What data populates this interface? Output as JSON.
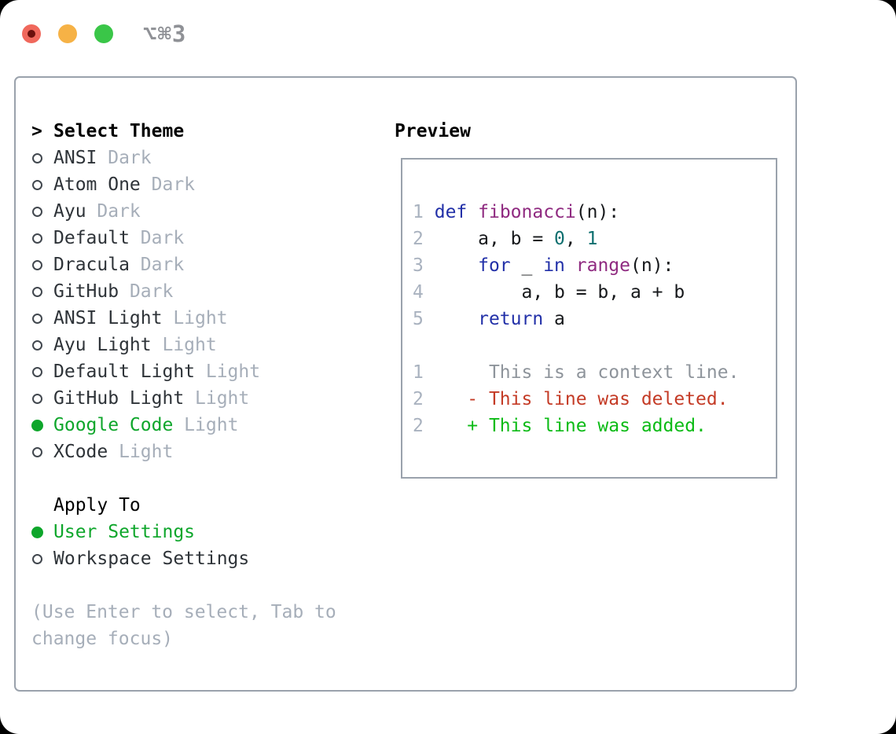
{
  "window": {
    "title_shortcut": "⌥⌘3",
    "traffic_lights": [
      {
        "name": "close",
        "color": "#f0685c"
      },
      {
        "name": "minimize",
        "color": "#f6b246"
      },
      {
        "name": "zoom",
        "color": "#3ac648"
      }
    ]
  },
  "theme_panel": {
    "header": {
      "prefix": ">",
      "label": "Select Theme"
    },
    "themes": [
      {
        "name": "ANSI",
        "tag": "Dark",
        "selected": false
      },
      {
        "name": "Atom One",
        "tag": "Dark",
        "selected": false
      },
      {
        "name": "Ayu",
        "tag": "Dark",
        "selected": false
      },
      {
        "name": "Default",
        "tag": "Dark",
        "selected": false
      },
      {
        "name": "Dracula",
        "tag": "Dark",
        "selected": false
      },
      {
        "name": "GitHub",
        "tag": "Dark",
        "selected": false
      },
      {
        "name": "ANSI Light",
        "tag": "Light",
        "selected": false
      },
      {
        "name": "Ayu Light",
        "tag": "Light",
        "selected": false
      },
      {
        "name": "Default Light",
        "tag": "Light",
        "selected": false
      },
      {
        "name": "GitHub Light",
        "tag": "Light",
        "selected": false
      },
      {
        "name": "Google Code",
        "tag": "Light",
        "selected": true
      },
      {
        "name": "XCode",
        "tag": "Light",
        "selected": false
      }
    ],
    "apply_to": {
      "label": "Apply To",
      "options": [
        {
          "name": "User Settings",
          "selected": true
        },
        {
          "name": "Workspace Settings",
          "selected": false
        }
      ]
    },
    "help_lines": [
      "(Use Enter to select, Tab to",
      "change focus)"
    ]
  },
  "preview": {
    "title": "Preview",
    "code_lines": [
      {
        "num": "1",
        "tokens": [
          [
            "kw",
            "def"
          ],
          [
            "pl",
            " "
          ],
          [
            "fn",
            "fibonacci"
          ],
          [
            "pl",
            "(n):"
          ]
        ]
      },
      {
        "num": "2",
        "tokens": [
          [
            "pl",
            "    a, b = "
          ],
          [
            "lit",
            "0"
          ],
          [
            "pl",
            ", "
          ],
          [
            "lit",
            "1"
          ]
        ]
      },
      {
        "num": "3",
        "tokens": [
          [
            "pl",
            "    "
          ],
          [
            "kw",
            "for"
          ],
          [
            "pl",
            " _ "
          ],
          [
            "kw",
            "in"
          ],
          [
            "pl",
            " "
          ],
          [
            "fn",
            "range"
          ],
          [
            "pl",
            "(n):"
          ]
        ]
      },
      {
        "num": "4",
        "tokens": [
          [
            "pl",
            "        a, b = b, a + b"
          ]
        ]
      },
      {
        "num": "5",
        "tokens": [
          [
            "pl",
            "    "
          ],
          [
            "kw",
            "return"
          ],
          [
            "pl",
            " a"
          ]
        ]
      },
      {
        "num": "",
        "tokens": []
      },
      {
        "num": "1",
        "tokens": [
          [
            "ctx",
            "     This is a context line."
          ]
        ]
      },
      {
        "num": "2",
        "tokens": [
          [
            "del",
            "   - This line was deleted."
          ]
        ]
      },
      {
        "num": "2",
        "tokens": [
          [
            "add",
            "   + This line was added."
          ]
        ]
      }
    ]
  },
  "colors": {
    "selection_green": "#0ea62b",
    "keyword_blue": "#2230a8",
    "function_purple": "#8f2a80",
    "literal_teal": "#0e6f6f",
    "diff_deleted_red": "#c43b26",
    "diff_added_green": "#0cbb16",
    "context_gray": "#8e949b",
    "line_number_gray": "#a9b2bf",
    "tag_gray": "#a6aeb9",
    "panel_border_gray": "#9aa2ac"
  }
}
